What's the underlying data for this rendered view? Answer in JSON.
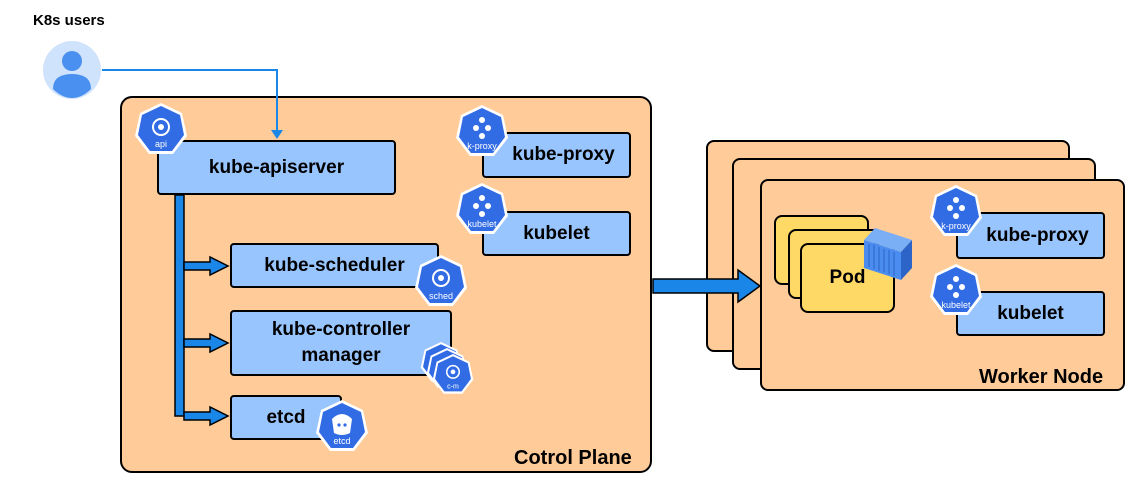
{
  "users": {
    "label": "K8s users"
  },
  "control_plane": {
    "label": "Cotrol Plane",
    "apiserver": "kube-apiserver",
    "scheduler": "kube-scheduler",
    "controller_manager": "kube-controller manager",
    "etcd": "etcd",
    "proxy": "kube-proxy",
    "kubelet": "kubelet"
  },
  "worker": {
    "label": "Worker Node",
    "pod": "Pod",
    "proxy": "kube-proxy",
    "kubelet": "kubelet"
  },
  "icons": {
    "api": "api",
    "sched": "sched",
    "cm": "c-m",
    "etcd": "etcd",
    "kproxy": "k-proxy",
    "kubelet": "kubelet"
  },
  "colors": {
    "panel": "#ffcc99",
    "component": "#99c5ff",
    "pod": "#ffd966",
    "k8s_blue": "#326ce5",
    "arrow": "#1a86e8",
    "user_bg": "#d0e3fc",
    "user_fg": "#4a90f0"
  }
}
